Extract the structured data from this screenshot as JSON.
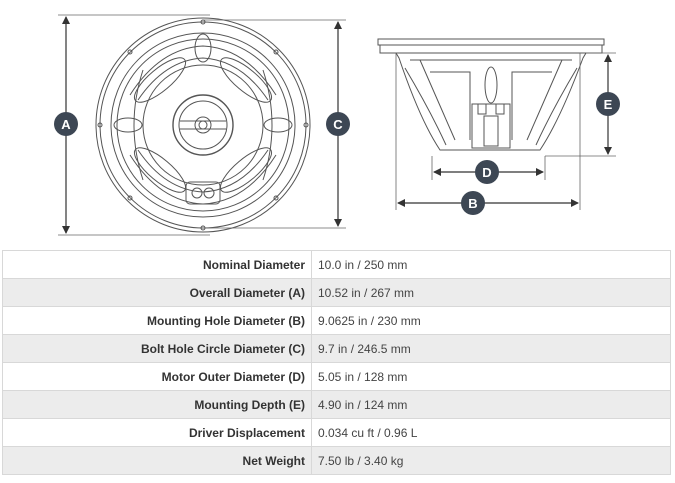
{
  "dimension_labels": {
    "a": "A",
    "b": "B",
    "c": "C",
    "d": "D",
    "e": "E"
  },
  "colors": {
    "badge": "#3d4754",
    "line": "#333333",
    "row_alt": "#ececec"
  },
  "specs": [
    {
      "label": "Nominal Diameter",
      "value": "10.0 in / 250 mm"
    },
    {
      "label": "Overall Diameter (A)",
      "value": "10.52 in / 267 mm"
    },
    {
      "label": "Mounting Hole Diameter (B)",
      "value": "9.0625 in / 230 mm"
    },
    {
      "label": "Bolt Hole Circle Diameter (C)",
      "value": "9.7 in / 246.5 mm"
    },
    {
      "label": "Motor Outer Diameter (D)",
      "value": "5.05 in / 128 mm"
    },
    {
      "label": "Mounting Depth (E)",
      "value": "4.90 in / 124 mm"
    },
    {
      "label": "Driver Displacement",
      "value": "0.034 cu ft / 0.96 L"
    },
    {
      "label": "Net Weight",
      "value": "7.50 lb / 3.40 kg"
    }
  ]
}
